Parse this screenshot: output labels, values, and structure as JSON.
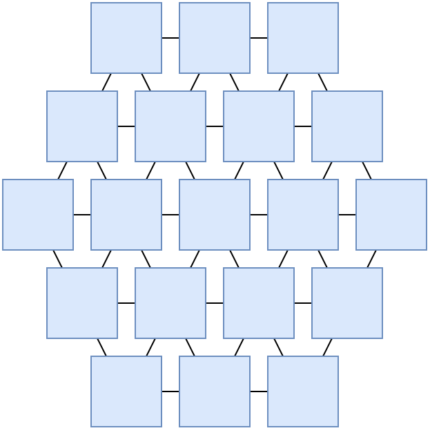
{
  "diagram": {
    "style": {
      "node_fill": "#dae8fc",
      "node_stroke": "#6c8ebf",
      "edge_color": "#000000"
    },
    "rows": [
      {
        "node_count": 3
      },
      {
        "node_count": 4
      },
      {
        "node_count": 5
      },
      {
        "node_count": 4
      },
      {
        "node_count": 3
      }
    ]
  }
}
